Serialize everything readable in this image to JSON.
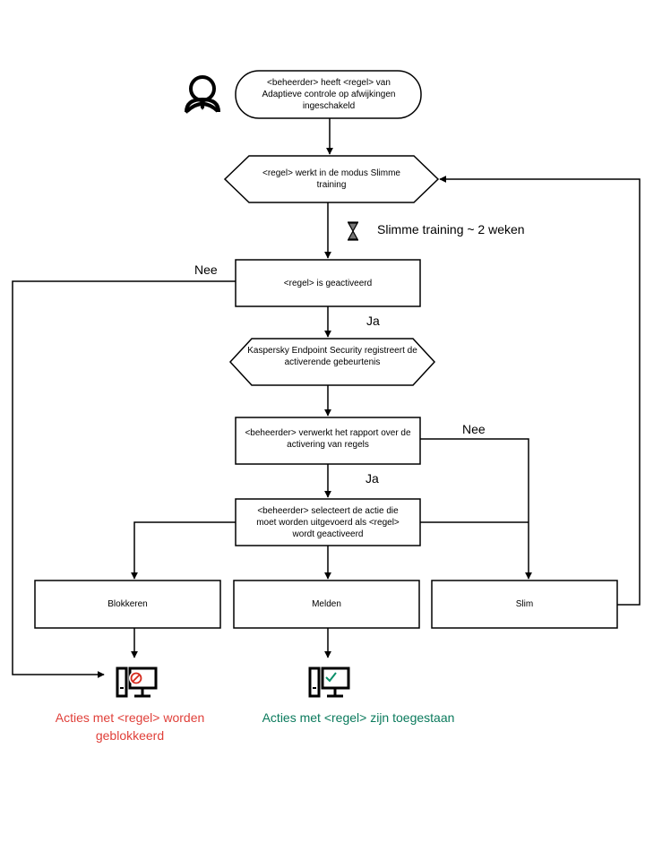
{
  "nodes": {
    "start": "<beheerder> heeft <regel> van Adaptieve controle op afwijkingen ingeschakeld",
    "smart_mode": "<regel> werkt in de modus Slimme training",
    "activated": "<regel> is geactiveerd",
    "registers": "Kaspersky Endpoint Security registreert de activerende gebeurtenis",
    "processes_report": "<beheerder> verwerkt het rapport over de activering van regels",
    "selects_action": "<beheerder> selecteert de actie die moet  worden uitgevoerd als <regel> wordt geactiveerd",
    "block": "Blokkeren",
    "notify": "Melden",
    "smart": "Slim"
  },
  "edges": {
    "training_period": "Slimme training ~ 2 weken",
    "no_left": "Nee",
    "yes_after_activated": "Ja",
    "no_right": "Nee",
    "yes_after_report": "Ja"
  },
  "results": {
    "blocked": "Acties met <regel> worden geblokkeerd",
    "allowed": "Acties met <regel> zijn toegestaan"
  },
  "colors": {
    "line": "#000000",
    "blocked_text": "#e0403a",
    "allowed_text": "#0a7a5c",
    "blocked_badge": "#d52b1e",
    "allowed_badge": "#0a8f6a"
  },
  "icons": {
    "person": "user-icon",
    "hourglass": "hourglass-icon",
    "blocked": "computer-blocked-icon",
    "allowed": "computer-allowed-icon"
  }
}
